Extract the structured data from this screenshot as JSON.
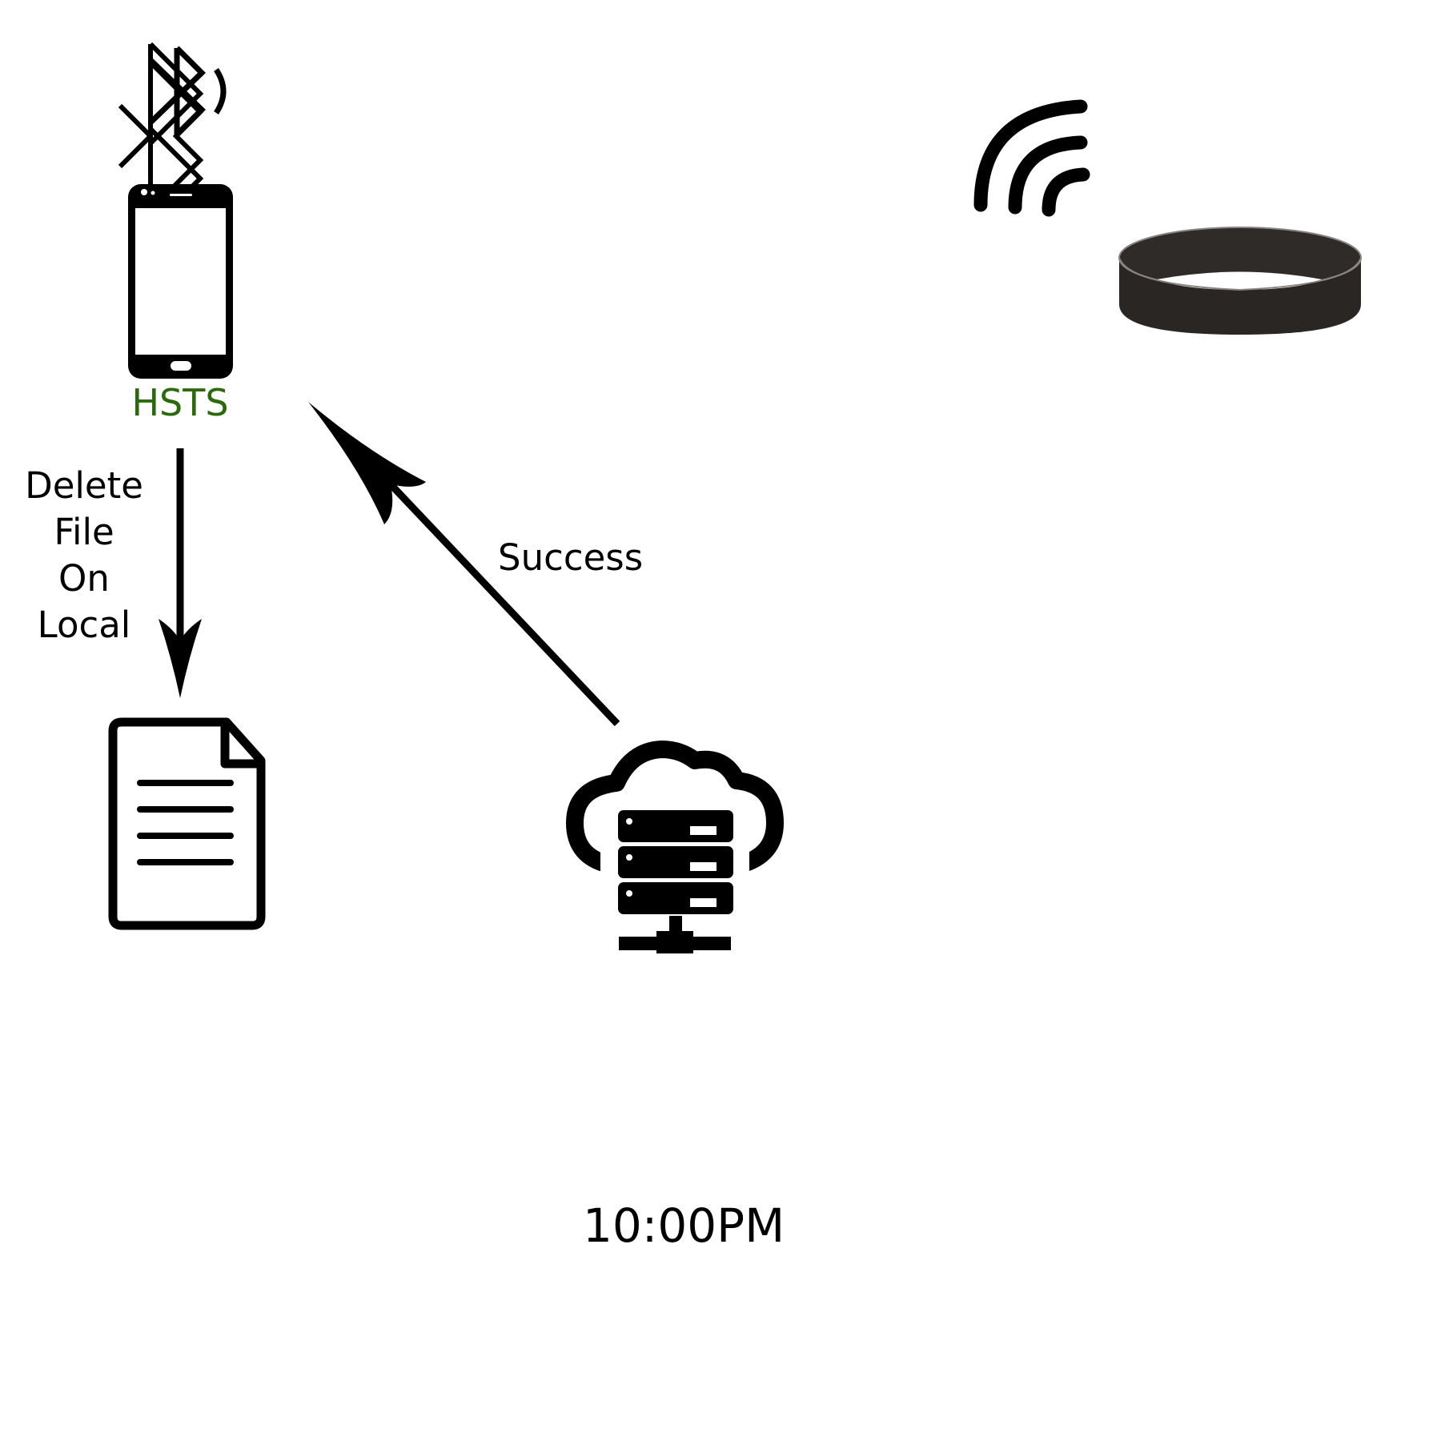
{
  "diagram": {
    "phone": {
      "label": "HSTS",
      "label_color": "#2b6a0b"
    },
    "delete_file_label": [
      "Delete",
      "File",
      "On",
      "Local"
    ],
    "success_label": "Success",
    "time_label": "10:00PM",
    "icons": {
      "bluetooth": "bluetooth-icon",
      "phone": "smartphone-icon",
      "file": "document-icon",
      "cloud_server": "cloud-server-icon",
      "wireless": "wireless-signal-icon",
      "wristband": "wristband-icon"
    },
    "colors": {
      "stroke": "#000000",
      "band_dark": "#2a2624",
      "band_edge": "#8a8482"
    }
  }
}
